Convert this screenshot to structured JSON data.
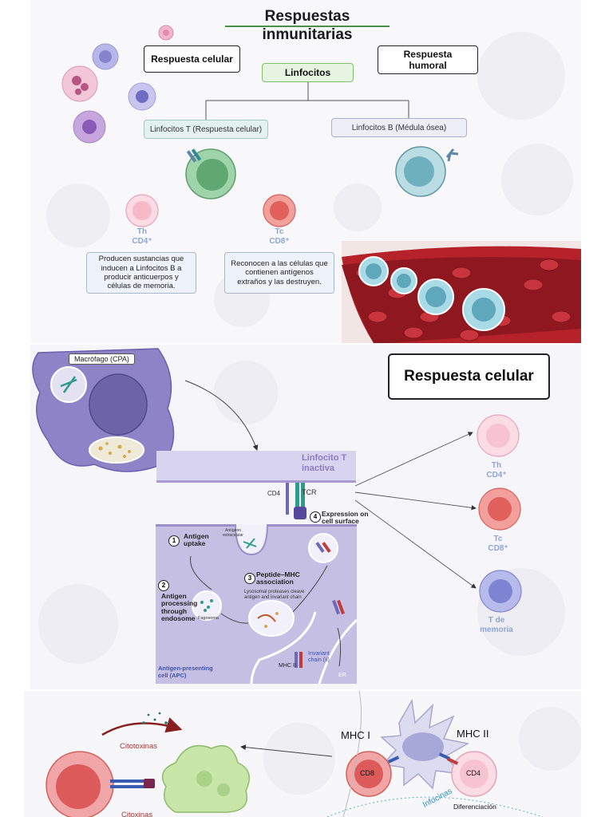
{
  "section1": {
    "title_line1": "Respuestas",
    "title_line2": "inmunitarias",
    "box_celular": "Respuesta celular",
    "box_humoral_line1": "Respuesta",
    "box_humoral_line2": "humoral",
    "box_linfocitos": "Linfocitos",
    "branch_t": "Linfocitos T (Respuesta celular)",
    "branch_b": "Linfocitos B (Médula ósea)",
    "th_label1": "Th",
    "th_label2": "CD4⁺",
    "tc_label1": "Tc",
    "tc_label2": "CD8⁺",
    "th_desc": "Producen sustancias que inducen a Linfocitos B a producir anticuerpos y células de memoria.",
    "tc_desc": "Reconocen a las células que contienen antígenos extraños y las destruyen."
  },
  "section2": {
    "title": "Respuesta celular",
    "macrofago": "Macrófago (CPA)",
    "linfocito_line1": "Linfocito T",
    "linfocito_line2": "inactiva",
    "cd4": "CD4",
    "tcr": "TCR",
    "expression": "Expression on cell surface",
    "antigen_extracelular": "Antígeno extracelular",
    "antigen_uptake": "Antigen uptake",
    "antigen_processing": "Antigen processing through endosome",
    "fagosoma": "Fagosoma",
    "peptide_mhc": "Peptide–MHC association",
    "lysosomal": "Lysosomal proteases cleave antigen and invariant chain",
    "mhc2": "MHC II",
    "invariant": "Invariant chain (Ii)",
    "er": "ER",
    "apc_line1": "Antigen-presenting",
    "apc_line2": "cell (APC)",
    "step1": "1",
    "step2": "2",
    "step3": "3",
    "step4": "4",
    "th1": "Th",
    "th2": "CD4⁺",
    "tc1": "Tc",
    "tc2": "CD8⁺",
    "mem1": "T de",
    "mem2": "memoria"
  },
  "section3": {
    "citotoxinas_top": "Citotoxinas",
    "citotoxinas_bottom": "Citoxinas",
    "mhc1": "MHC I",
    "mhc2": "MHC II",
    "cd8": "CD8",
    "cd4": "CD4",
    "infocinas": "Infocinas",
    "diferenciacion": "Diferenciación"
  },
  "colors": {
    "green_box": "#e6f4e1",
    "green_border": "#7fbf6a",
    "t_cell": "#7cc08a",
    "b_cell": "#8cc7d2",
    "th_cell": "#f7c6d2",
    "tc_cell": "#e86a6a",
    "mem_cell": "#8f96d8",
    "label_blue": "#8ea6d3",
    "apc_purple": "#9a8fc8",
    "blood_red": "#b5222a"
  }
}
